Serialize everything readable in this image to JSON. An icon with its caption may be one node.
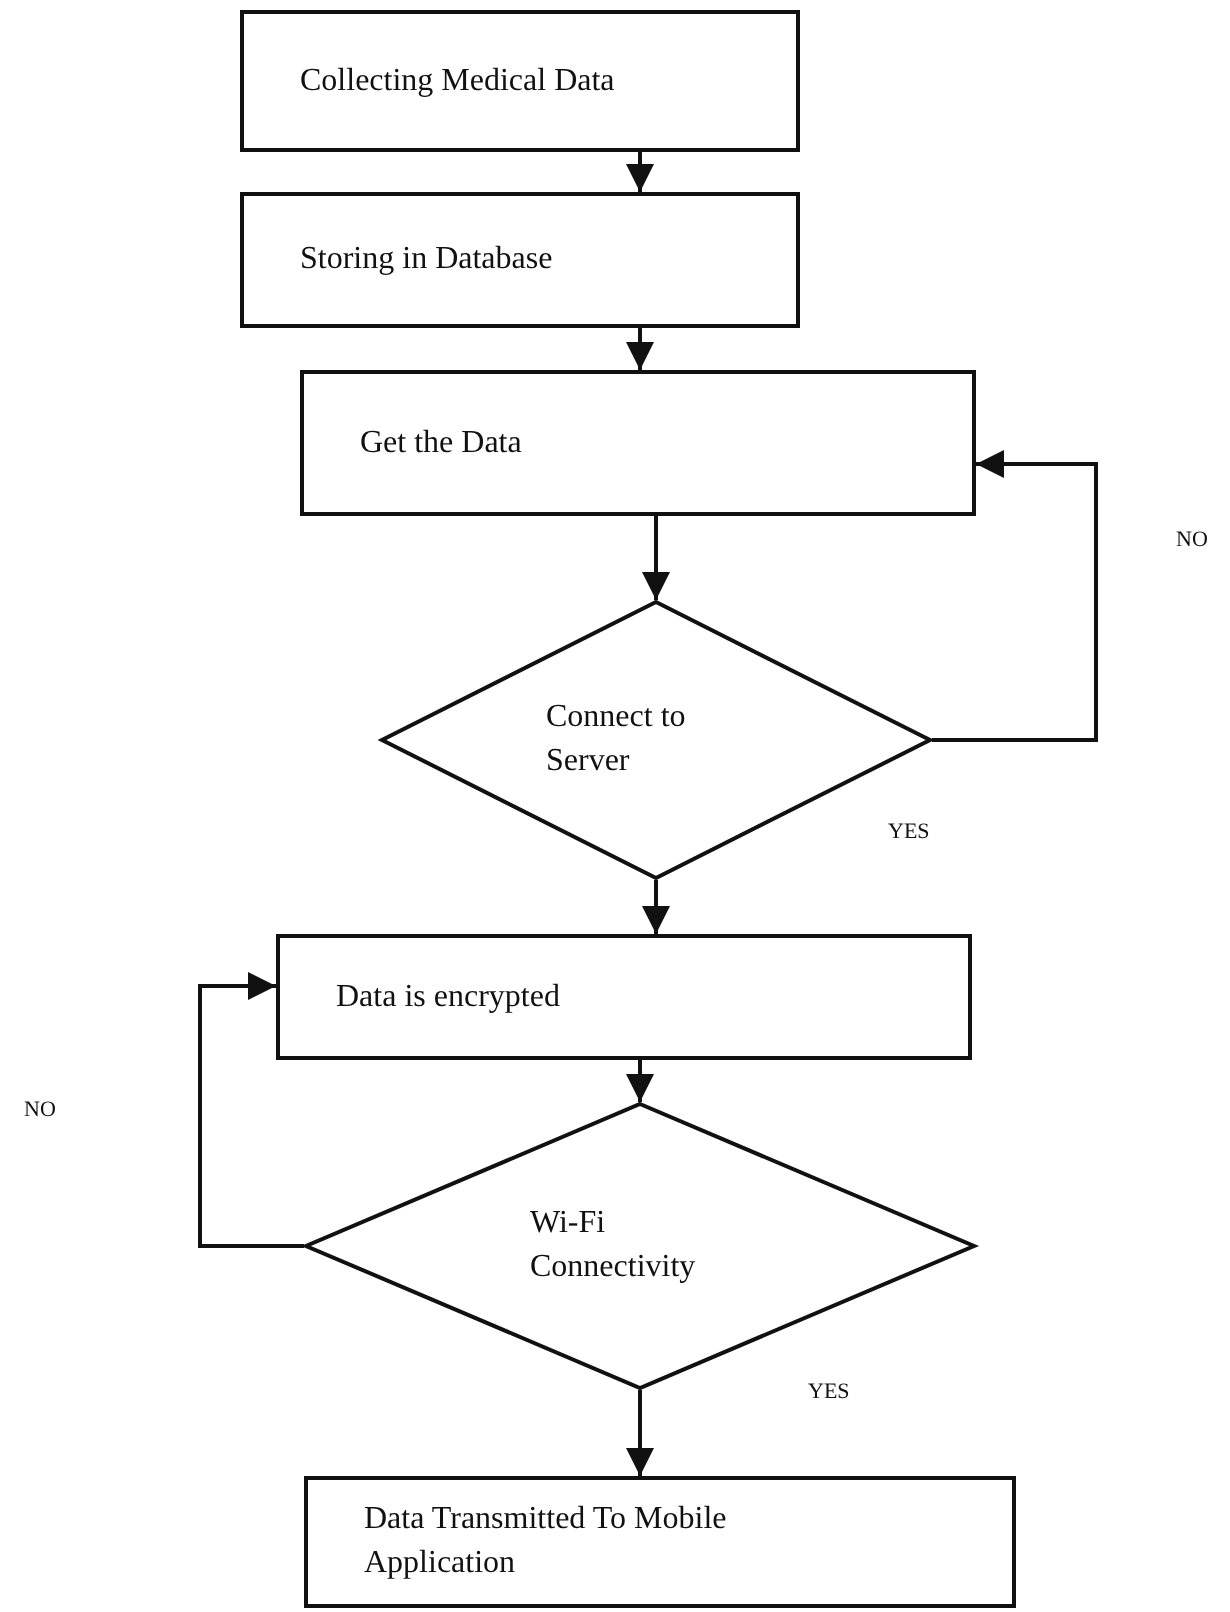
{
  "diagram": {
    "nodes": [
      {
        "text": [
          "Collecting Medical Data"
        ]
      },
      {
        "text": [
          "Storing in Database"
        ]
      },
      {
        "text": [
          "Get the Data"
        ]
      },
      {
        "text": [
          "Connect to Server"
        ]
      },
      {
        "text": [
          "Data is encrypted"
        ]
      },
      {
        "text": [
          "Wi-Fi Connectivity"
        ]
      },
      {
        "text": [
          "Data Transmitted To Mobile Application"
        ]
      }
    ],
    "edges": [
      {
        "from": 0,
        "to": 1,
        "arrow": "to"
      },
      {
        "from": 1,
        "to": 2,
        "arrow": "to"
      },
      {
        "from": 2,
        "to": 3,
        "arrow": "to"
      },
      {
        "from": 3,
        "to": 2,
        "arrow": "to"
      },
      {
        "from": 3,
        "to": 4,
        "arrow": "to"
      },
      {
        "from": 5,
        "to": 4,
        "arrow": "to"
      },
      {
        "from": 4,
        "to": 5,
        "arrow": "to"
      },
      {
        "from": 5,
        "to": 6,
        "arrow": "to"
      }
    ],
    "labels": [
      "NO",
      "YES",
      "NO",
      "YES"
    ]
  }
}
